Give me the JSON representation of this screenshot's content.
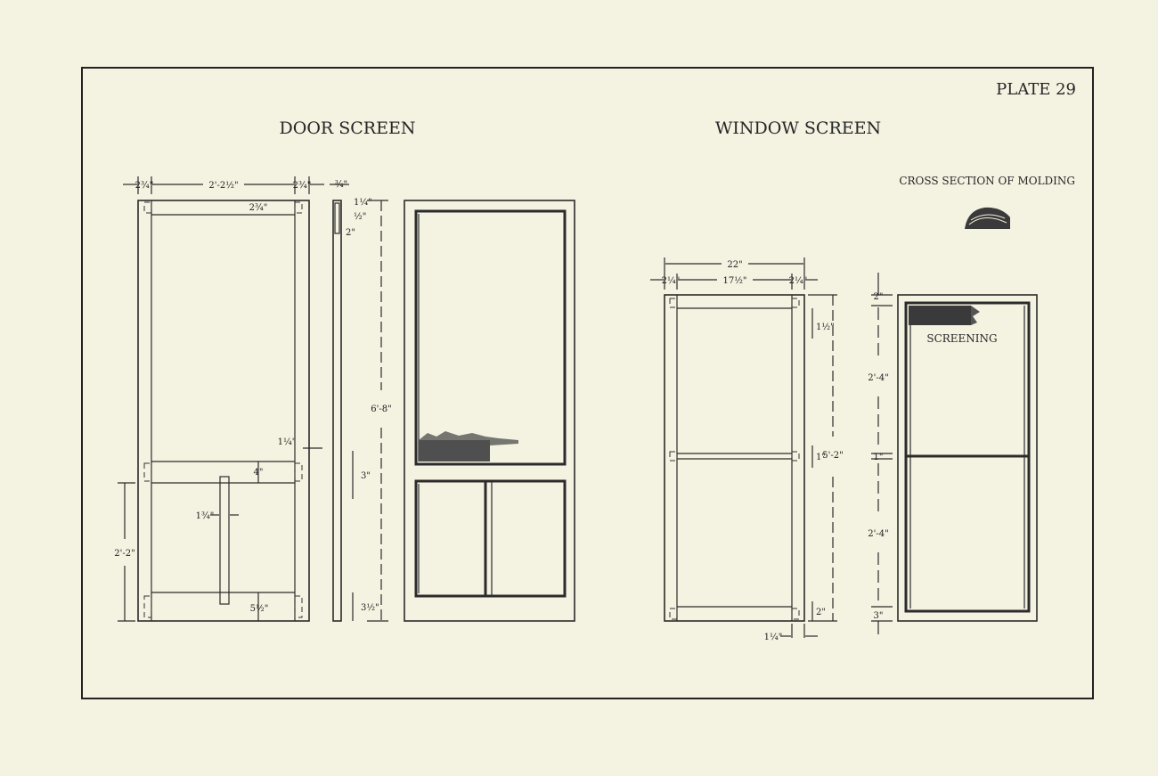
{
  "plate": {
    "number": "PLATE 29"
  },
  "door_screen": {
    "title": "DOOR SCREEN",
    "dims": {
      "stile_left": "2¾\"",
      "inner_width": "2'-2½\"",
      "stile_right": "2¾\"",
      "edge_width": "¾\"",
      "top_rail": "2¾\"",
      "edge_a": "½\"",
      "edge_b": "2\"",
      "edge_c": "1¼\"",
      "height": "6'-8\"",
      "rail_thickness": "1¼\"",
      "mid_rail": "4\"",
      "mid_rail_section": "3\"",
      "muntin": "1¾\"",
      "lower_height": "2'-2\"",
      "bottom_rail": "5½\"",
      "bottom_rail_section": "3½\""
    }
  },
  "window_screen": {
    "title": "WINDOW SCREEN",
    "dims": {
      "overall_width": "22\"",
      "side_left": "2¼\"",
      "inner_width": "17½\"",
      "side_right": "2¼\"",
      "top_rail": "1½\"",
      "height": "5'-2\"",
      "mid_rail": "1\"",
      "bottom_rail": "2\"",
      "bottom_offset": "1¼\"",
      "top_space": "2\"",
      "upper_panel": "2'-4\"",
      "mid_space": "1\"",
      "lower_panel": "2'-4\"",
      "bottom_space": "3\""
    },
    "screening_label": "SCREENING"
  },
  "molding": {
    "label": "CROSS SECTION OF MOLDING"
  },
  "colors": {
    "paper": "#f4f2e1",
    "ink": "#2b2b2b"
  }
}
